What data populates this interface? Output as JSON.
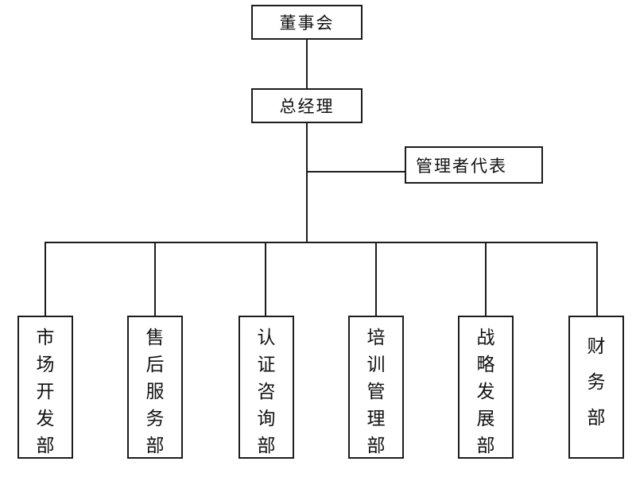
{
  "chart": {
    "title": "organization-chart",
    "colors": {
      "background": "#ffffff",
      "line": "#1c1c1c",
      "text": "#111111"
    },
    "board": {
      "label": "董事会"
    },
    "general_manager": {
      "label": "总经理"
    },
    "management_representative": {
      "label": "管理者代表"
    },
    "departments": [
      {
        "label": "市场开发部"
      },
      {
        "label": "售后服务部"
      },
      {
        "label": "认证咨询部"
      },
      {
        "label": "培训管理部"
      },
      {
        "label": "战略发展部"
      },
      {
        "label": "财务部"
      }
    ]
  }
}
